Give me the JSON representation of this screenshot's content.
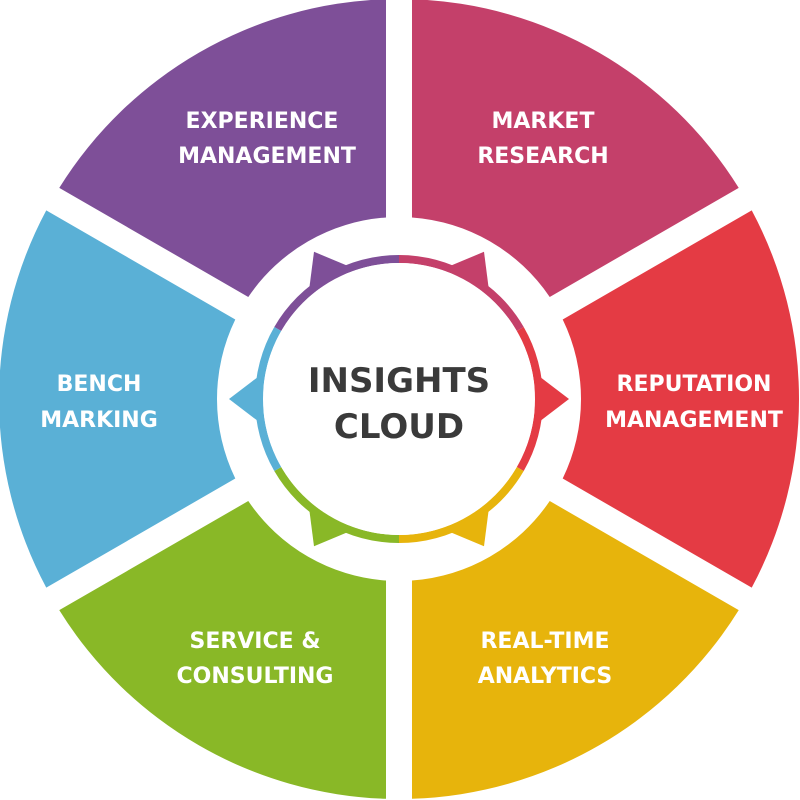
{
  "center": {
    "line1": "INSIGHTS",
    "line2": "CLOUD"
  },
  "segments": [
    {
      "line1": "EXPERIENCE",
      "line2": "MANAGEMENT",
      "color": "#7e4f98"
    },
    {
      "line1": "MARKET",
      "line2": "RESEARCH",
      "color": "#c4406a"
    },
    {
      "line1": "REPUTATION",
      "line2": "MANAGEMENT",
      "color": "#e43b44"
    },
    {
      "line1": "REAL-TIME",
      "line2": "ANALYTICS",
      "color": "#e7b40c"
    },
    {
      "line1": "SERVICE &",
      "line2": "CONSULTING",
      "color": "#89b827"
    },
    {
      "line1": "BENCH",
      "line2": "MARKING",
      "color": "#5ab0d6"
    }
  ]
}
